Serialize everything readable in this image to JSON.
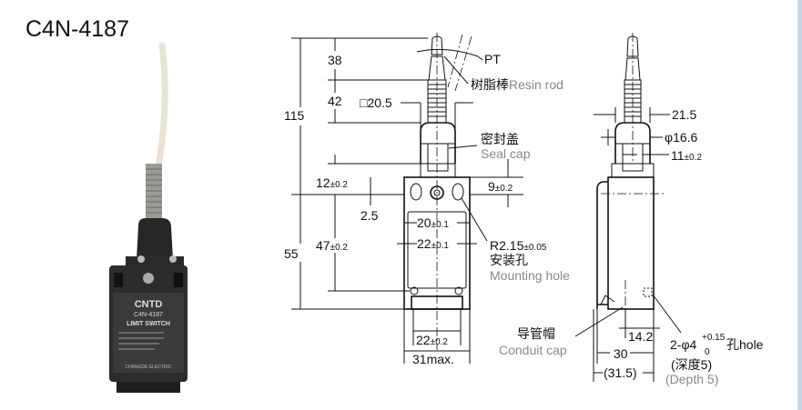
{
  "title": "C4N-4187",
  "photo": {
    "brand": "CNTD",
    "model": "C4N-4187",
    "type": "LIMIT SWITCH",
    "maker": "CHANGDE ELECTRIC"
  },
  "front_view": {
    "dim_115": "115",
    "dim_38": "38",
    "dim_42": "42",
    "dim_55": "55",
    "dim_12": "12",
    "dim_12_tol": "±0.2",
    "dim_47": "47",
    "dim_47_tol": "±0.2",
    "dim_2_5": "2.5",
    "dim_20_5": "□20.5",
    "dim_20": "20",
    "dim_20_tol": "±0.1",
    "dim_22a": "22",
    "dim_22a_tol": "±0.1",
    "dim_22b": "22",
    "dim_22b_tol": "±0.2",
    "dim_31": "31max.",
    "dim_9": "9",
    "dim_9_tol": "±0.2",
    "pt_label": "PT",
    "resin_rod_cn": "树脂棒",
    "resin_rod_en": "Resin rod",
    "seal_cap_cn": "密封盖",
    "seal_cap_en": "Seal cap",
    "mount_r": "R2.15",
    "mount_r_tol": "±0.05",
    "mount_cn": "安装孔",
    "mount_en": "Mounting hole"
  },
  "side_view": {
    "dim_21_5": "21.5",
    "dim_16_6": "φ16.6",
    "dim_11": "11",
    "dim_11_tol": "±0.2",
    "dim_14_2": "14.2",
    "dim_30": "30",
    "dim_31_5": "(31.5)",
    "conduit_cn": "导管帽",
    "conduit_en": "Conduit cap",
    "hole_label": "2-φ4",
    "hole_tol_up": "+0.15",
    "hole_tol_low": "0",
    "hole_cn": "孔hole",
    "depth_cn": "(深度5)",
    "depth_en": "(Depth 5)"
  }
}
